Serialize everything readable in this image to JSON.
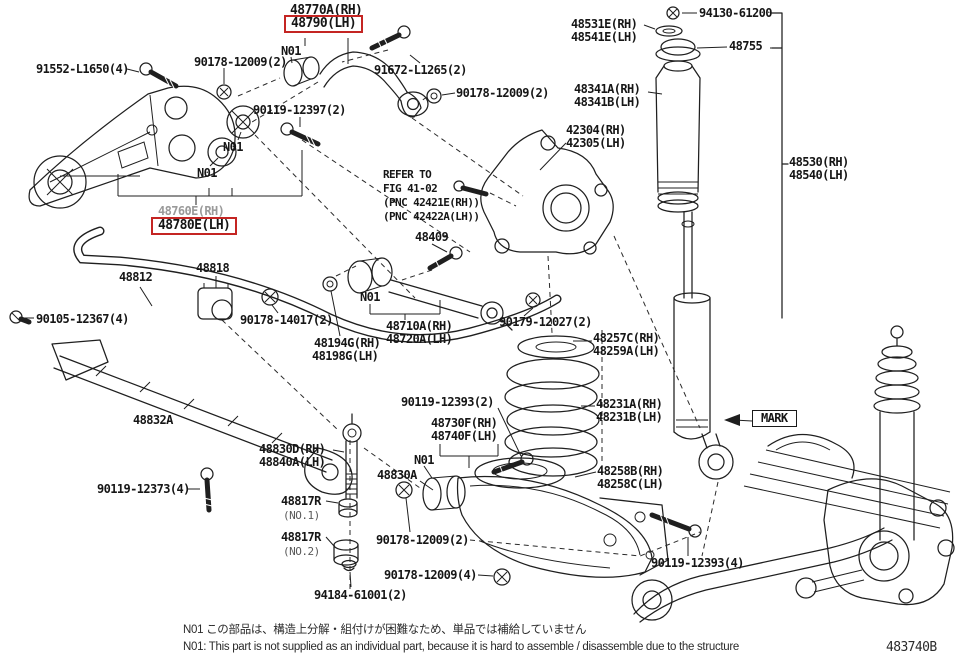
{
  "figure": {
    "code": "483740B"
  },
  "colors": {
    "highlight": "#c42523",
    "superseded_gray": "#9a9a9a",
    "ink": "#1a1a1a",
    "background": "#ffffff"
  },
  "highlighted_parts": [
    "48790(LH)",
    "48780E(LH)"
  ],
  "callouts": {
    "c48770a": "48770A(RH)",
    "c48790": "48790(LH)",
    "n01": "N01",
    "c91672": "91672-L1265(2)",
    "c91552": "91552-L1650(4)",
    "c90178_12009_2": "90178-12009(2)",
    "c90178_12009_4x": "90178-12009(4)",
    "c90119_12397": "90119-12397(2)",
    "c48760e": "48760E(RH)",
    "c48780e": "48780E(LH)",
    "c48531e": "48531E(RH)",
    "c48541e": "48541E(LH)",
    "c94130": "94130-61200",
    "c48755": "48755",
    "c48341a": "48341A(RH)",
    "c48341b": "48341B(LH)",
    "c42304": "42304(RH)",
    "c42305": "42305(LH)",
    "c48530": "48530(RH)",
    "c48540": "48540(LH)",
    "refer1": "REFER TO",
    "refer2": "FIG 41-02",
    "refer3": "(PNC 42421E(RH))",
    "refer4": "(PNC 42422A(LH))",
    "c48409": "48409",
    "c48812": "48812",
    "c48818": "48818",
    "c90105": "90105-12367(4)",
    "c90178_14017": "90178-14017(2)",
    "c48194g": "48194G(RH)",
    "c48198g": "48198G(LH)",
    "c48710a": "48710A(RH)",
    "c48720a": "48720A(LH)",
    "c90179_12027": "90179-12027(2)",
    "c48257c": "48257C(RH)",
    "c48259a": "48259A(LH)",
    "c48832a": "48832A",
    "c90119_12393_2": "90119-12393(2)",
    "c90119_12393_4": "90119-12393(4)",
    "c48730f": "48730F(RH)",
    "c48740f": "48740F(LH)",
    "c48231a": "48231A(RH)",
    "c48231b": "48231B(LH)",
    "mark": "MARK",
    "c48830d": "48830D(RH)",
    "c48840a": "48840A(LH)",
    "c48830a": "48830A",
    "c90119_12373": "90119-12373(4)",
    "c48817r": "48817R",
    "no1": "(NO.1)",
    "no2": "(NO.2)",
    "c48258b": "48258B(RH)",
    "c48258c": "48258C(LH)",
    "c94184": "94184-61001(2)"
  },
  "notes": {
    "n01_jp": "N01  この部品は、構造上分解・組付けが困難なため、単品では補給していません",
    "n01_en": "N01: This part is not supplied as an individual part, because it is hard to assemble / disassemble due to the structure"
  }
}
